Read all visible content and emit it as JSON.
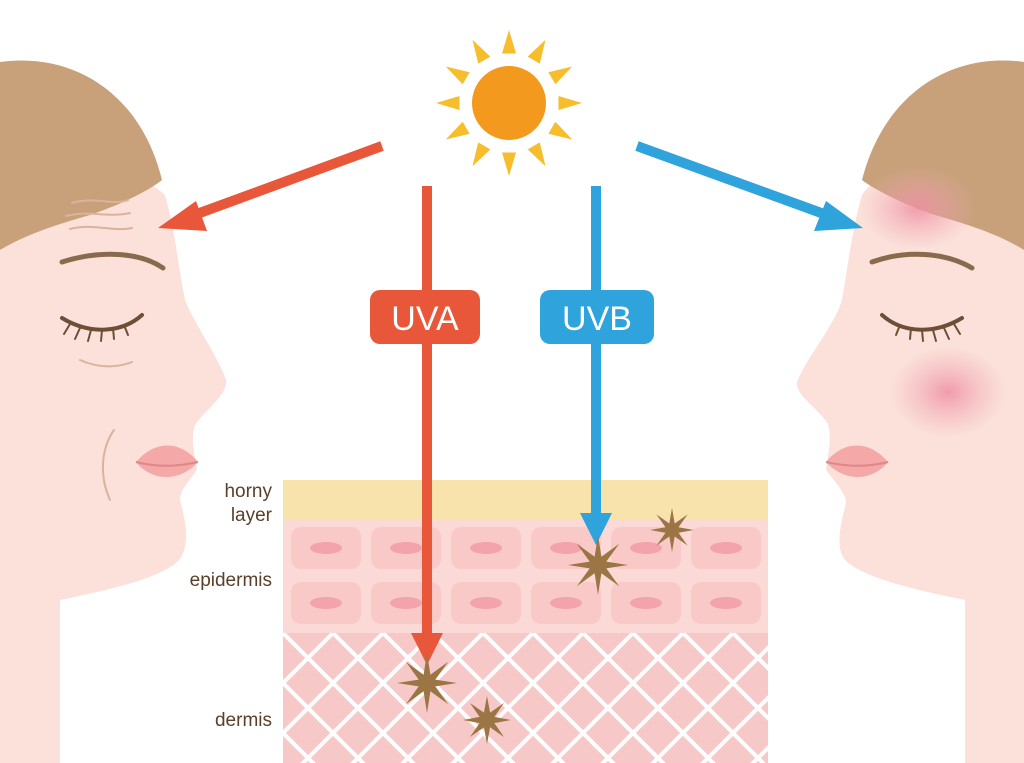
{
  "labels": {
    "uva": "UVA",
    "uvb": "UVB",
    "horny_line1": "horny",
    "horny_line2": "layer",
    "epidermis": "epidermis",
    "dermis": "dermis"
  },
  "colors": {
    "uva": "#e8573a",
    "uvb": "#2fa3dc",
    "sun_core": "#f39a1e",
    "sun_rays": "#f7bd2a",
    "skin": "#fbe1d9",
    "hair": "#c8a17b",
    "horny_layer": "#f8e3ad",
    "epidermis": "#fbd9d6",
    "cell": "#f9c9c8",
    "nucleus": "#f2a3ac",
    "dermis": "#f6c8c8",
    "damage": "#9b7644",
    "text": "#5a3f2a"
  },
  "icons": [
    "sun-icon",
    "damage-burst-icon",
    "wrinkle-lines",
    "redness-blush"
  ]
}
